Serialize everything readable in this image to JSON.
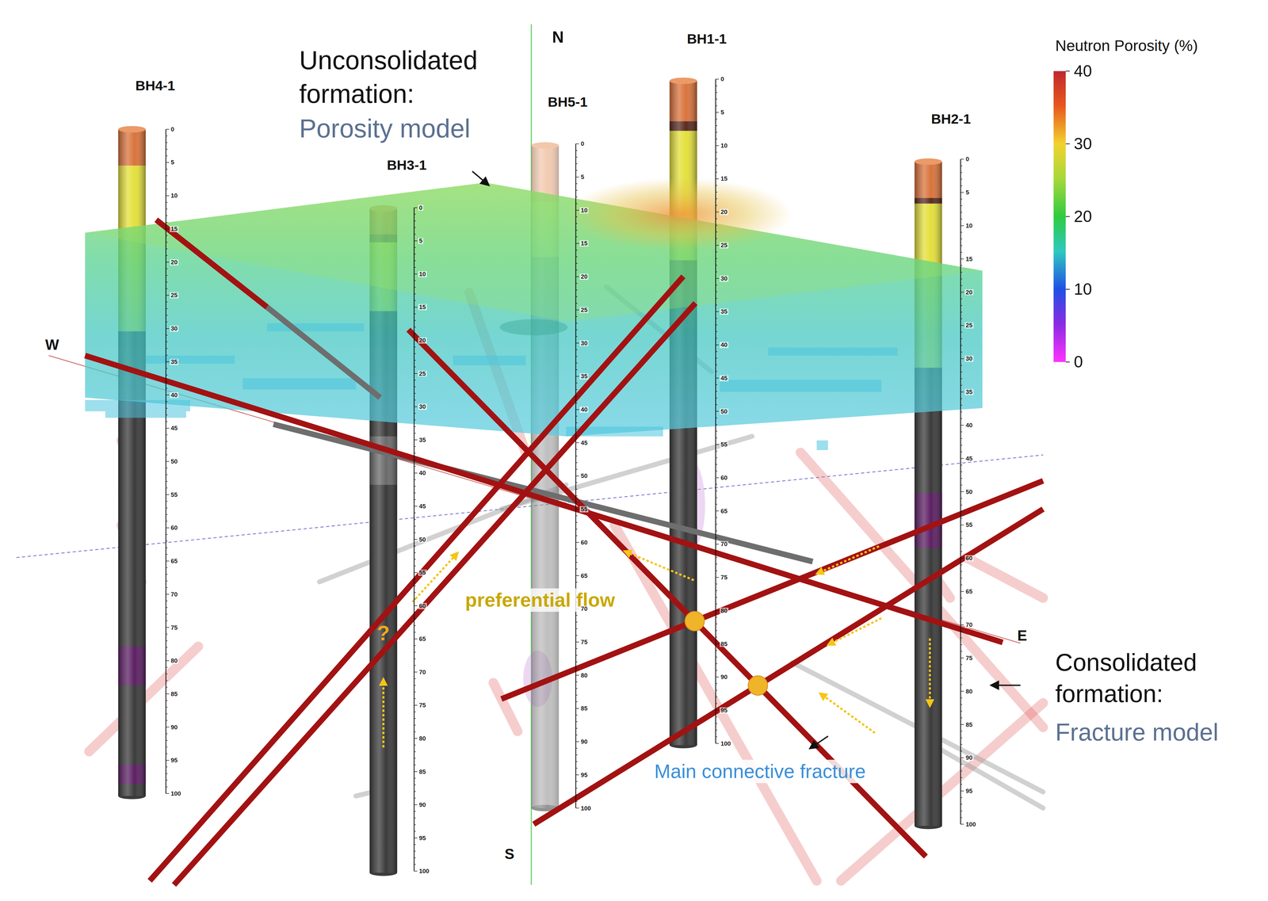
{
  "diagram": {
    "labels": [
      "N",
      "BH1-1",
      "BH4-1",
      "BH5-1",
      "BH3-1",
      "BH2-1",
      "Unconsolidated formation:",
      "Porosity model",
      "Neutron Porosity (%)",
      "40",
      "30",
      "20",
      "10",
      "0",
      "W",
      "preferential flow",
      "?",
      "E",
      "Consolidated formation:",
      "Fracture model",
      "Main connective fracture",
      "S",
      "0",
      "5",
      "10",
      "15",
      "20",
      "25",
      "30",
      "35",
      "40",
      "45",
      "50",
      "55",
      "60",
      "65",
      "70",
      "75",
      "80",
      "85",
      "90",
      "95",
      "100",
      "0",
      "5",
      "10",
      "15",
      "20",
      "25",
      "30",
      "35",
      "40",
      "45",
      "50",
      "55",
      "60",
      "65",
      "70",
      "75",
      "80",
      "85",
      "90",
      "95",
      "100",
      "0",
      "5",
      "10",
      "15",
      "20",
      "25",
      "30",
      "35",
      "40",
      "45",
      "50",
      "55",
      "60",
      "65",
      "70",
      "75",
      "80",
      "85",
      "90",
      "95",
      "100",
      "0",
      "5",
      "10",
      "15",
      "20",
      "25",
      "30",
      "35",
      "40",
      "45",
      "50",
      "55",
      "60",
      "65",
      "70",
      "75",
      "80",
      "85",
      "90",
      "95",
      "100",
      "0",
      "5",
      "10",
      "15",
      "20",
      "25",
      "30",
      "35",
      "40",
      "45",
      "50",
      "55",
      "60",
      "65",
      "70",
      "75",
      "80",
      "85",
      "90",
      "95",
      "100"
    ]
  }
}
